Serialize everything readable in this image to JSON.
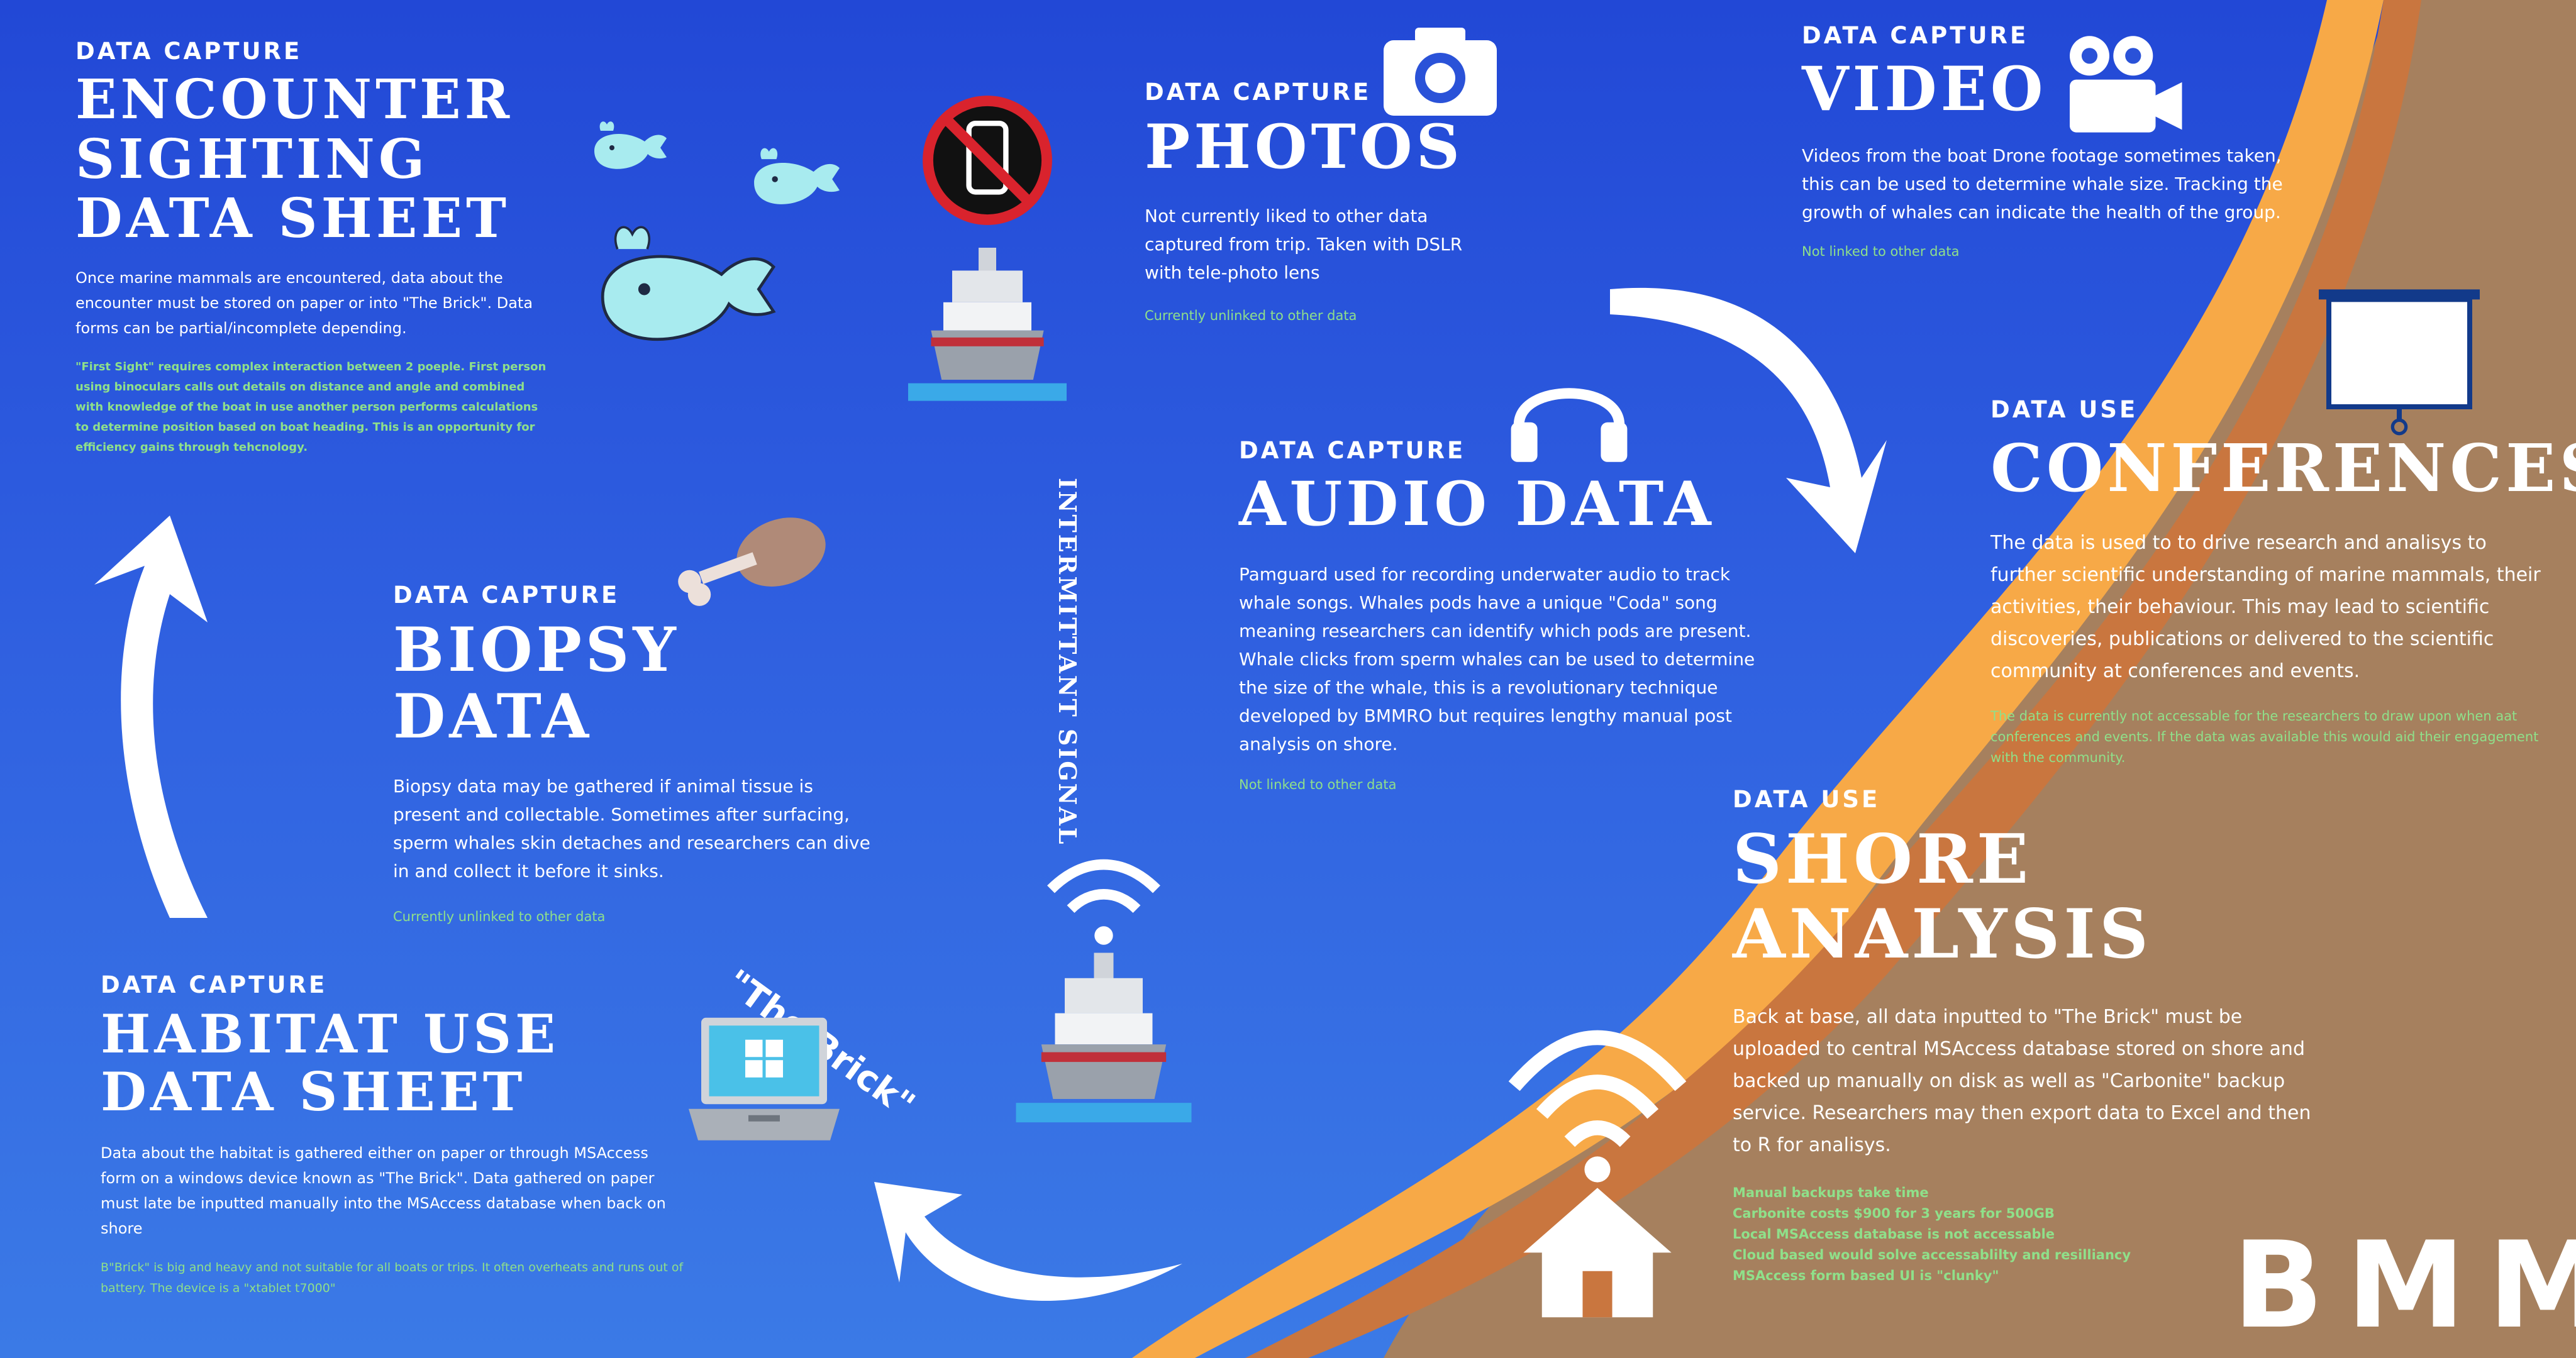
{
  "encounter": {
    "tag": "DATA CAPTURE",
    "title": "ENCOUNTER SIGHTING DATA SHEET",
    "body": "Once marine mammals are encountered, data about the encounter must be stored on paper or into \"The Brick\". Data forms can be partial/incomplete depending.",
    "note": "\"First Sight\" requires complex interaction between 2 poeple. First person using binoculars calls out details on distance and angle and combined with knowledge of the boat in use another person performs calculations to determine position based on boat heading. This is an opportunity for efficiency gains through tehcnology."
  },
  "photos": {
    "tag": "DATA CAPTURE",
    "title": "PHOTOS",
    "body": "Not currently liked to other data captured from trip. Taken with DSLR with tele-photo lens",
    "note": "Currently unlinked to other data"
  },
  "video": {
    "tag": "DATA CAPTURE",
    "title": "VIDEO",
    "body": "Videos from the boat Drone footage sometimes taken, this can be used to determine whale size. Tracking the growth of whales can indicate the health of the group.",
    "note": "Not linked to other data"
  },
  "audio": {
    "tag": "DATA CAPTURE",
    "title": "AUDIO DATA",
    "body": "Pamguard used for recording underwater audio to track whale songs. Whales pods have a unique \"Coda\" song meaning researchers can identify which pods are present. Whale clicks from sperm whales can be used to determine the size of the whale, this is a revolutionary technique developed by BMMRO but requires lengthy manual post analysis on shore.",
    "note": "Not linked to other data"
  },
  "conferences": {
    "tag": "DATA USE",
    "title": "CONFERENCES",
    "body": "The data is used to to drive research and analisys to further scientific understanding of marine mammals, their activities, their behaviour. This may lead to scientific discoveries, publications or delivered to the scientific community at conferences and events.",
    "note": "The data is currently not accessable for the researchers to draw upon when aat conferences and events. If the data was available this would aid their engagement with the community."
  },
  "biopsy": {
    "tag": "DATA CAPTURE",
    "title": "BIOPSY DATA",
    "body": "Biopsy data may be gathered if animal tissue is present and collectable. Sometimes after surfacing, sperm whales skin detaches and researchers can dive in and collect it before it sinks.",
    "note": "Currently unlinked to other data"
  },
  "shore": {
    "tag": "DATA USE",
    "title": "SHORE ANALYSIS",
    "body": "Back at base, all data inputted to \"The Brick\" must be uploaded to central MSAccess database stored on shore and backed up manually on disk as well as \"Carbonite\" backup service. Researchers may then export data to Excel and then to R for analisys.",
    "notes": [
      "Manual backups take time",
      "Carbonite costs $900 for 3 years for 500GB",
      "Local MSAccess database is not accessable",
      "Cloud based would solve accessablilty and resilliancy",
      "MSAccess form based UI is \"clunky\""
    ]
  },
  "habitat": {
    "tag": "DATA CAPTURE",
    "title": "HABITAT USE DATA SHEET",
    "body": "Data about the habitat is gathered either on paper or through MSAccess form on a windows device known as \"The Brick\". Data gathered on paper must late be inputted manually into the MSAccess database when back on shore",
    "note": "B\"Brick\" is big and heavy and not suitable for all boats or trips. It often overheats and runs out of battery. The device is a \"xtablet t7000\""
  },
  "labels": {
    "brick": "\"The Brick\"",
    "signal": "INTERMITTANT SIGNAL",
    "brand": "BMMRO"
  },
  "colors": {
    "background_top": "#2248d6",
    "background_bottom": "#3b7ae6",
    "wave_orange": "#f7a947",
    "wave_rust": "#c9763f",
    "land_brown": "#a6805e",
    "note_green": "#8fe08a",
    "icon_cyan": "#a8ebef"
  },
  "icons": [
    "whale-icon",
    "no-phone-icon",
    "boat-icon",
    "camera-icon",
    "video-camera-icon",
    "headphones-icon",
    "projector-screen-icon",
    "drumstick-icon",
    "wifi-icon",
    "laptop-icon",
    "home-wifi-icon",
    "arrow-icon"
  ]
}
